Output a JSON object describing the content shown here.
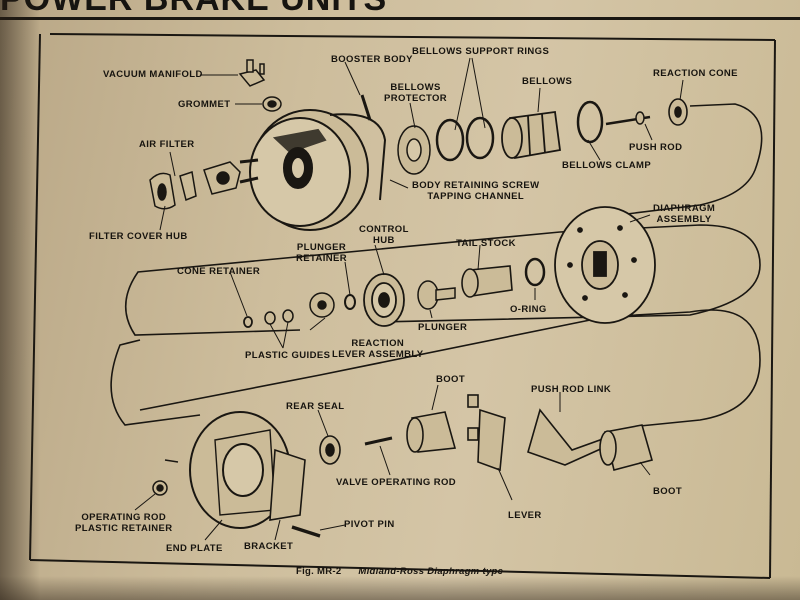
{
  "header": {
    "title": "POWER BRAKE UNITS"
  },
  "labels": {
    "vacuum_manifold": "VACUUM MANIFOLD",
    "booster_body": "BOOSTER BODY",
    "bellows_support_rings": "BELLOWS SUPPORT RINGS",
    "bellows_protector_1": "BELLOWS",
    "bellows_protector_2": "PROTECTOR",
    "bellows": "BELLOWS",
    "reaction_cone": "REACTION CONE",
    "grommet": "GROMMET",
    "air_filter": "AIR FILTER",
    "push_rod": "PUSH ROD",
    "bellows_clamp": "BELLOWS CLAMP",
    "body_retaining_1": "BODY RETAINING SCREW",
    "body_retaining_2": "TAPPING CHANNEL",
    "filter_cover_hub": "FILTER COVER HUB",
    "diaphragm_1": "DIAPHRAGM",
    "diaphragm_2": "ASSEMBLY",
    "control_hub_1": "CONTROL",
    "control_hub_2": "HUB",
    "tail_stock": "TAIL STOCK",
    "plunger_retainer_1": "PLUNGER",
    "plunger_retainer_2": "RETAINER",
    "cone_retainer": "CONE RETAINER",
    "o_ring": "O-RING",
    "plunger": "PLUNGER",
    "reaction_lever_1": "REACTION",
    "reaction_lever_2": "LEVER ASSEMBLY",
    "plastic_guides": "PLASTIC GUIDES",
    "boot_top": "BOOT",
    "push_rod_link": "PUSH ROD LINK",
    "rear_seal": "REAR SEAL",
    "valve_operating_rod": "VALVE OPERATING ROD",
    "boot_right": "BOOT",
    "lever": "LEVER",
    "operating_rod_1": "OPERATING ROD",
    "operating_rod_2": "PLASTIC RETAINER",
    "pivot_pin": "PIVOT PIN",
    "end_plate": "END PLATE",
    "bracket": "BRACKET"
  },
  "caption": {
    "fig": "Fig. MR-2",
    "text": "Midland-Ross Diaphragm type"
  }
}
